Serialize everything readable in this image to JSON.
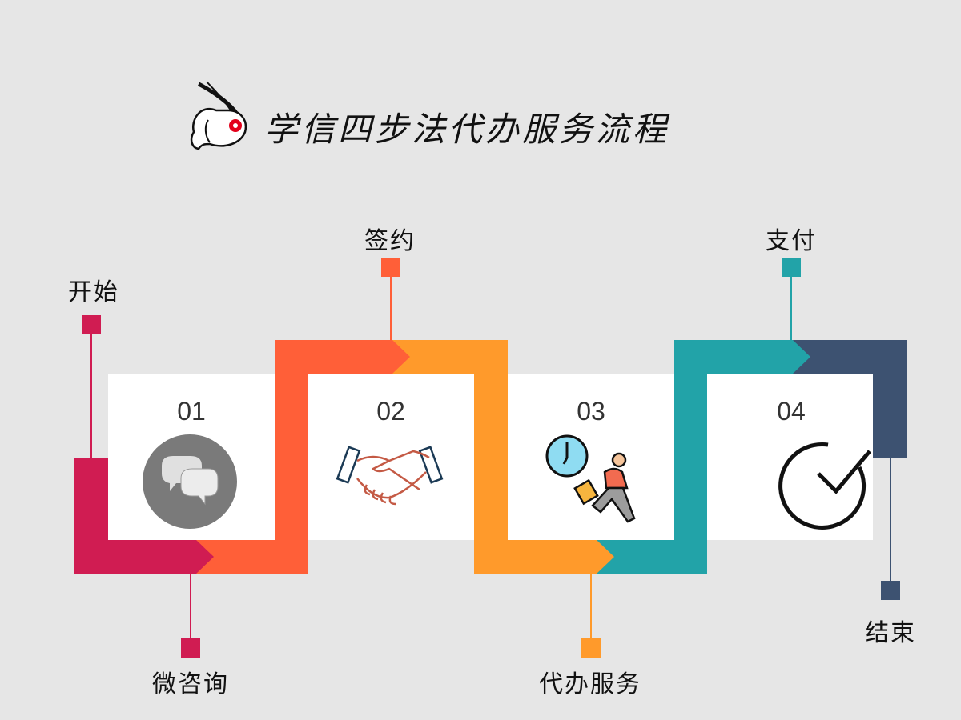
{
  "title": "学信四步法代办服务流程",
  "colors": {
    "background": "#e6e6e6",
    "step1": "#D01C52",
    "step2": "#FF5F38",
    "step3": "#FF9A2B",
    "step4": "#22A3A8",
    "end": "#3D5271"
  },
  "labels": {
    "start": "开始",
    "consult": "微咨询",
    "sign": "签约",
    "service": "代办服务",
    "pay": "支付",
    "end": "结束"
  },
  "steps": [
    {
      "number": "01",
      "icon": "chat-bubbles-icon"
    },
    {
      "number": "02",
      "icon": "handshake-icon"
    },
    {
      "number": "03",
      "icon": "running-late-clock-icon"
    },
    {
      "number": "04",
      "icon": "check-circle-icon"
    }
  ]
}
